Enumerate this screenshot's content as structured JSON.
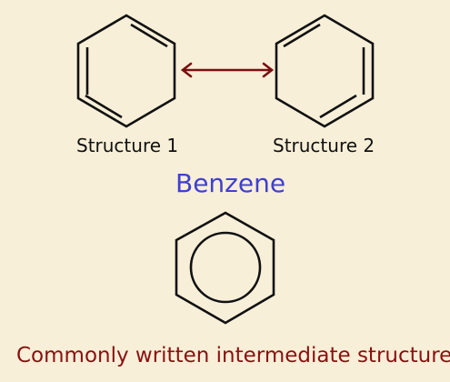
{
  "diagram": {
    "structure_1_label": "Structure 1",
    "structure_2_label": "Structure 2",
    "title": "Benzene",
    "caption": "Commonly written intermediate structure"
  },
  "colors": {
    "background": "#f7efd8",
    "bond_line": "#111111",
    "resonance_arrow": "#7a0f0f",
    "title": "#4040d0",
    "caption": "#8b1010"
  }
}
